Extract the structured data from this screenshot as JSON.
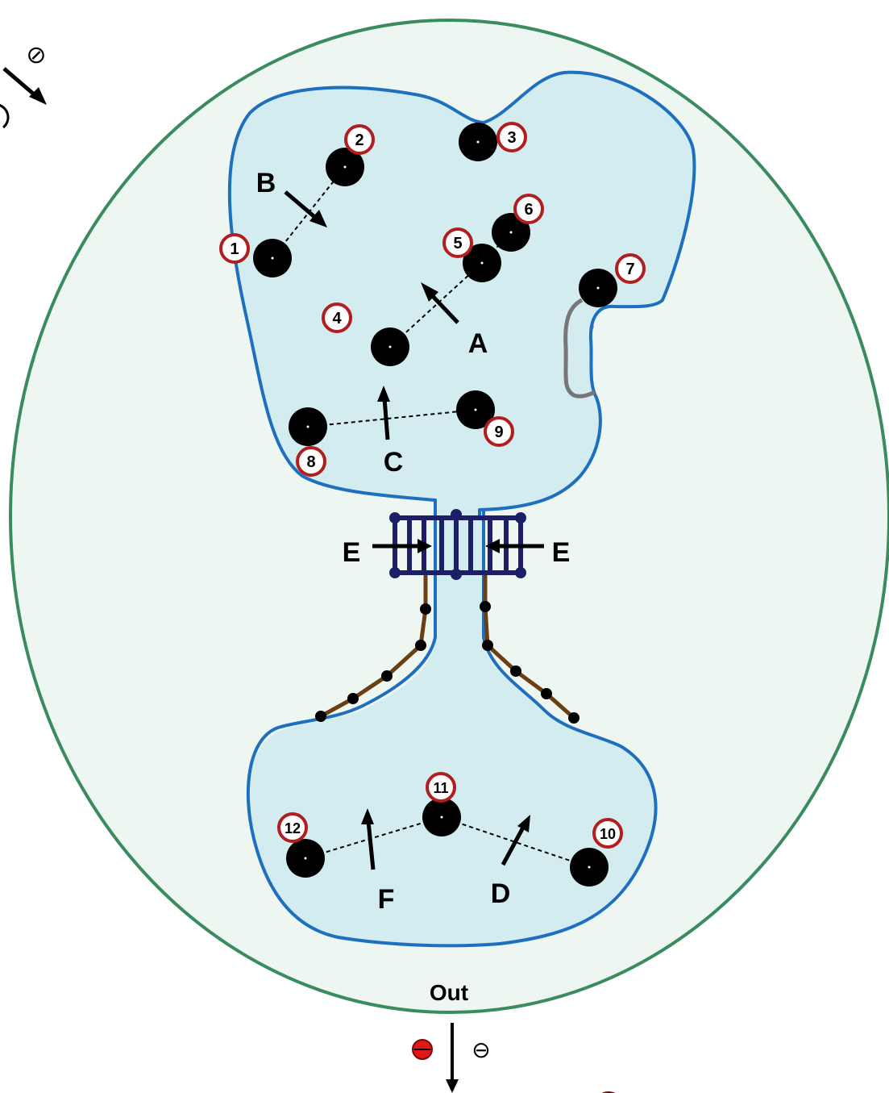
{
  "colors": {
    "cell_fill": "#eef6f1",
    "cell_stroke": "#3a8c5e",
    "organelle_fill": "#d2ecef",
    "organelle_stroke": "#1e6fbf",
    "site": "#000000",
    "site_ring": "#b21d1d",
    "gate": "#1c1f66",
    "chain": "#6b3f14",
    "patch": "#b89a72",
    "arrow": "#000000",
    "ion": "#e01818"
  },
  "sites": [
    {
      "num": "1"
    },
    {
      "num": "2"
    },
    {
      "num": "3"
    },
    {
      "num": "4"
    },
    {
      "num": "5"
    },
    {
      "num": "6"
    },
    {
      "num": "7"
    },
    {
      "num": "8"
    },
    {
      "num": "9"
    },
    {
      "num": "10"
    },
    {
      "num": "11"
    },
    {
      "num": "12"
    }
  ],
  "arrows": {
    "A": "A",
    "B": "B",
    "C": "C",
    "D": "D",
    "E_left": "E",
    "E_right": "E",
    "F": "F"
  },
  "exit": {
    "label": "Out",
    "ion_symbol": "⊖",
    "top_symbol": "⊘"
  },
  "icons": {
    "ion": "negative-ion-icon",
    "gate": "ladder-gate-icon",
    "patch": "membrane-patch-icon"
  }
}
